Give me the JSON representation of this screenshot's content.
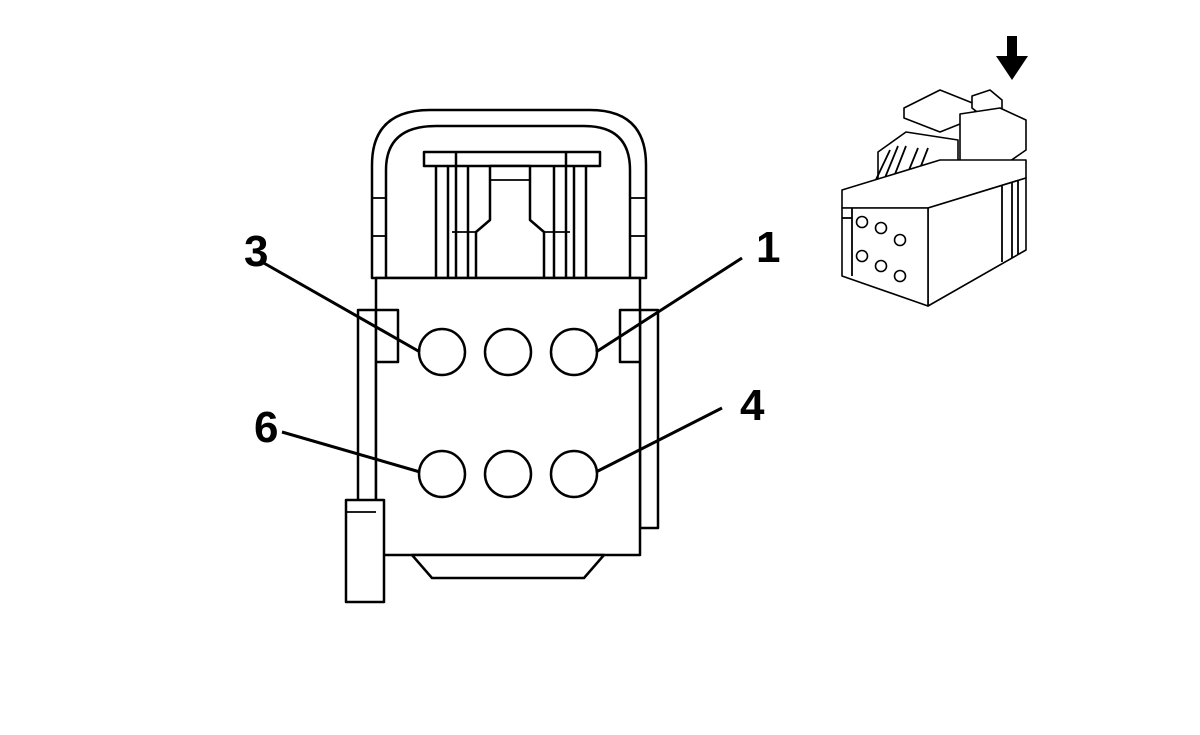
{
  "diagram": {
    "pin_labels": {
      "pin_1": "1",
      "pin_3": "3",
      "pin_4": "4",
      "pin_6": "6"
    },
    "line_color": "#000000",
    "background_color": "#ffffff"
  }
}
